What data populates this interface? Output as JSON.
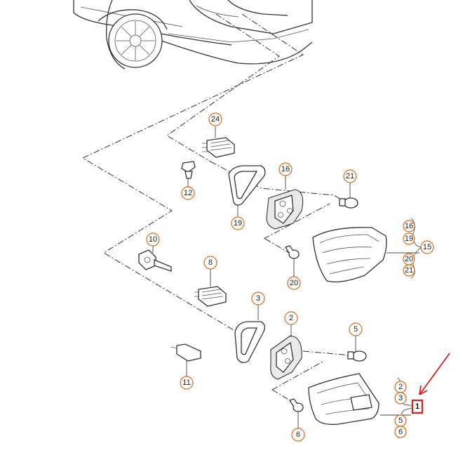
{
  "diagram": {
    "callouts": [
      {
        "id": "24",
        "label": "24"
      },
      {
        "id": "12",
        "label": "12"
      },
      {
        "id": "19",
        "label": "19"
      },
      {
        "id": "16",
        "label": "16"
      },
      {
        "id": "21",
        "label": "21"
      },
      {
        "id": "20",
        "label": "20"
      },
      {
        "id": "10",
        "label": "10"
      },
      {
        "id": "8",
        "label": "8"
      },
      {
        "id": "3",
        "label": "3"
      },
      {
        "id": "2",
        "label": "2"
      },
      {
        "id": "5",
        "label": "5"
      },
      {
        "id": "11",
        "label": "11"
      },
      {
        "id": "6",
        "label": "6"
      }
    ],
    "group_upper": {
      "assembly_label": "15",
      "members": [
        "16",
        "19",
        "20",
        "21"
      ]
    },
    "group_lower": {
      "assembly_label": "1",
      "members": [
        "2",
        "3",
        "5",
        "6"
      ]
    },
    "highlight_color": "#e01e1e",
    "callout_color": "#e06a10"
  }
}
